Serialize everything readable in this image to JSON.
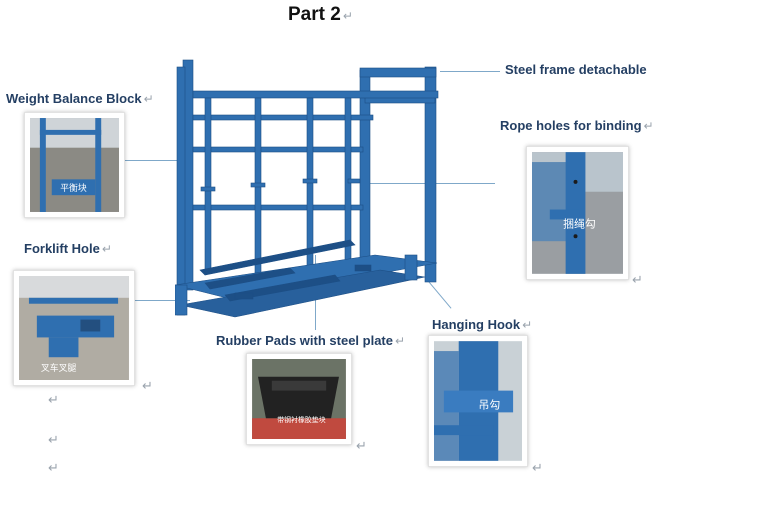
{
  "title": "Part 2",
  "return_mark": "↵",
  "labels": {
    "steel_frame": "Steel frame detachable",
    "weight_balance": "Weight Balance Block",
    "rope_holes": "Rope holes for binding",
    "forklift": "Forklift Hole",
    "hanging_hook": "Hanging Hook",
    "rubber_pads": "Rubber Pads with steel plate"
  },
  "photo_captions": {
    "weight_balance": "平衡块",
    "rope_holes": "捆绳勾",
    "forklift": "叉车叉腿",
    "rubber_pads": "带钢衬橡胶垫块",
    "hanging_hook": "吊勾"
  },
  "colors": {
    "rack_blue": "#2f6fb0",
    "rack_dark": "#1d4f86",
    "leader_line": "#7fa8c9",
    "photo_bg": "#8b8a84",
    "rubber_black": "#222222"
  }
}
